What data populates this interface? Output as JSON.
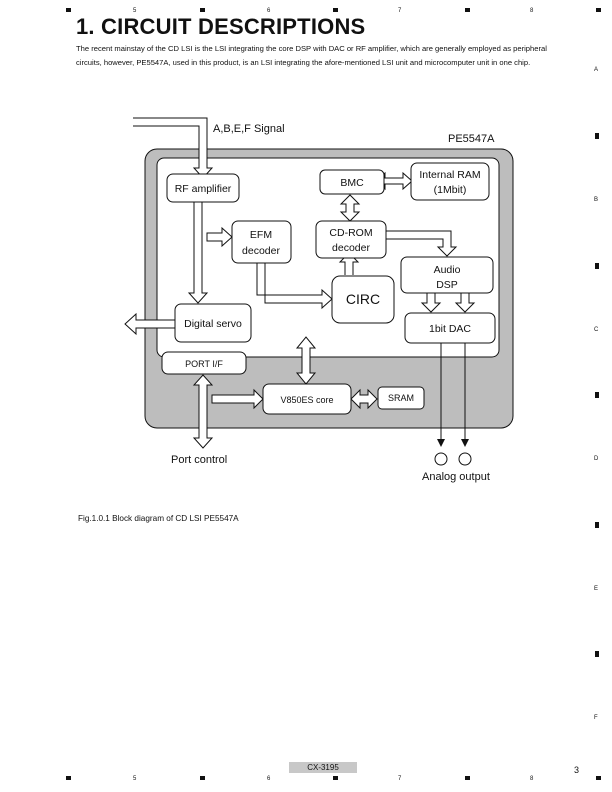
{
  "page": {
    "title": "1. CIRCUIT DESCRIPTIONS",
    "intro": "The recent mainstay of the CD LSI is the LSI integrating the core DSP with DAC or RF amplifier, which are generally employed as peripheral circuits, however, PE5547A, used in this product, is an LSI integrating the afore-mentioned LSI unit and microcomputer unit in one chip.",
    "caption": "Fig.1.0.1 Block diagram of CD LSI PE5547A",
    "model": "CX-3195",
    "page_number": "3"
  },
  "frame": {
    "top_numbers": [
      "5",
      "6",
      "7",
      "8"
    ],
    "bottom_numbers": [
      "5",
      "6",
      "7",
      "8"
    ],
    "side_letters": [
      "A",
      "B",
      "C",
      "D",
      "E",
      "F"
    ]
  },
  "diagram": {
    "input_label": "A,B,E,F Signal",
    "chip_label": "PE5547A",
    "blocks": {
      "rf_amplifier": "RF amplifier",
      "bmc": "BMC",
      "internal_ram_line1": "Internal RAM",
      "internal_ram_line2": "(1Mbit)",
      "efm_line1": "EFM",
      "efm_line2": "decoder",
      "cdrom_line1": "CD-ROM",
      "cdrom_line2": "decoder",
      "audio_line1": "Audio",
      "audio_line2": "DSP",
      "circ": "CIRC",
      "digital_servo": "Digital servo",
      "dac": "1bit DAC",
      "port_if": "PORT I/F",
      "v850": "V850ES core",
      "sram": "SRAM"
    },
    "port_control_label": "Port control",
    "analog_output_label": "Analog output",
    "colors": {
      "chip_fill": "#bdbdbd",
      "inner_fill": "#ffffff",
      "line": "#111111"
    }
  }
}
